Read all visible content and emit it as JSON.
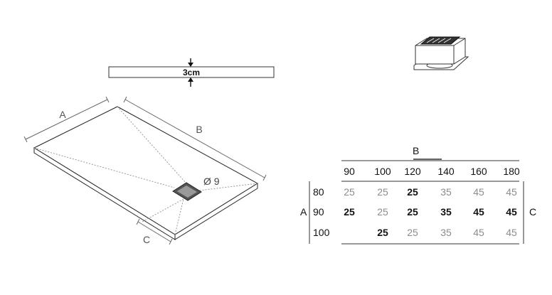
{
  "thickness": {
    "label": "3cm"
  },
  "tray": {
    "dim_a": "A",
    "dim_b": "B",
    "dim_c": "C",
    "drain_label": "Ø 9"
  },
  "table": {
    "col_axis": "B",
    "row_axis": "A",
    "right_axis": "C",
    "columns": [
      "90",
      "100",
      "120",
      "140",
      "160",
      "180"
    ],
    "rows": [
      {
        "label": "80",
        "cells": [
          {
            "v": "25",
            "b": false
          },
          {
            "v": "25",
            "b": false
          },
          {
            "v": "25",
            "b": true
          },
          {
            "v": "35",
            "b": false
          },
          {
            "v": "45",
            "b": false
          },
          {
            "v": "45",
            "b": false
          }
        ]
      },
      {
        "label": "90",
        "cells": [
          {
            "v": "25",
            "b": true
          },
          {
            "v": "25",
            "b": false
          },
          {
            "v": "25",
            "b": true
          },
          {
            "v": "35",
            "b": true
          },
          {
            "v": "45",
            "b": true
          },
          {
            "v": "45",
            "b": true
          }
        ]
      },
      {
        "label": "100",
        "cells": [
          {
            "v": "",
            "b": false
          },
          {
            "v": "25",
            "b": true
          },
          {
            "v": "25",
            "b": false
          },
          {
            "v": "35",
            "b": false
          },
          {
            "v": "45",
            "b": false
          },
          {
            "v": "45",
            "b": false
          }
        ]
      }
    ]
  }
}
